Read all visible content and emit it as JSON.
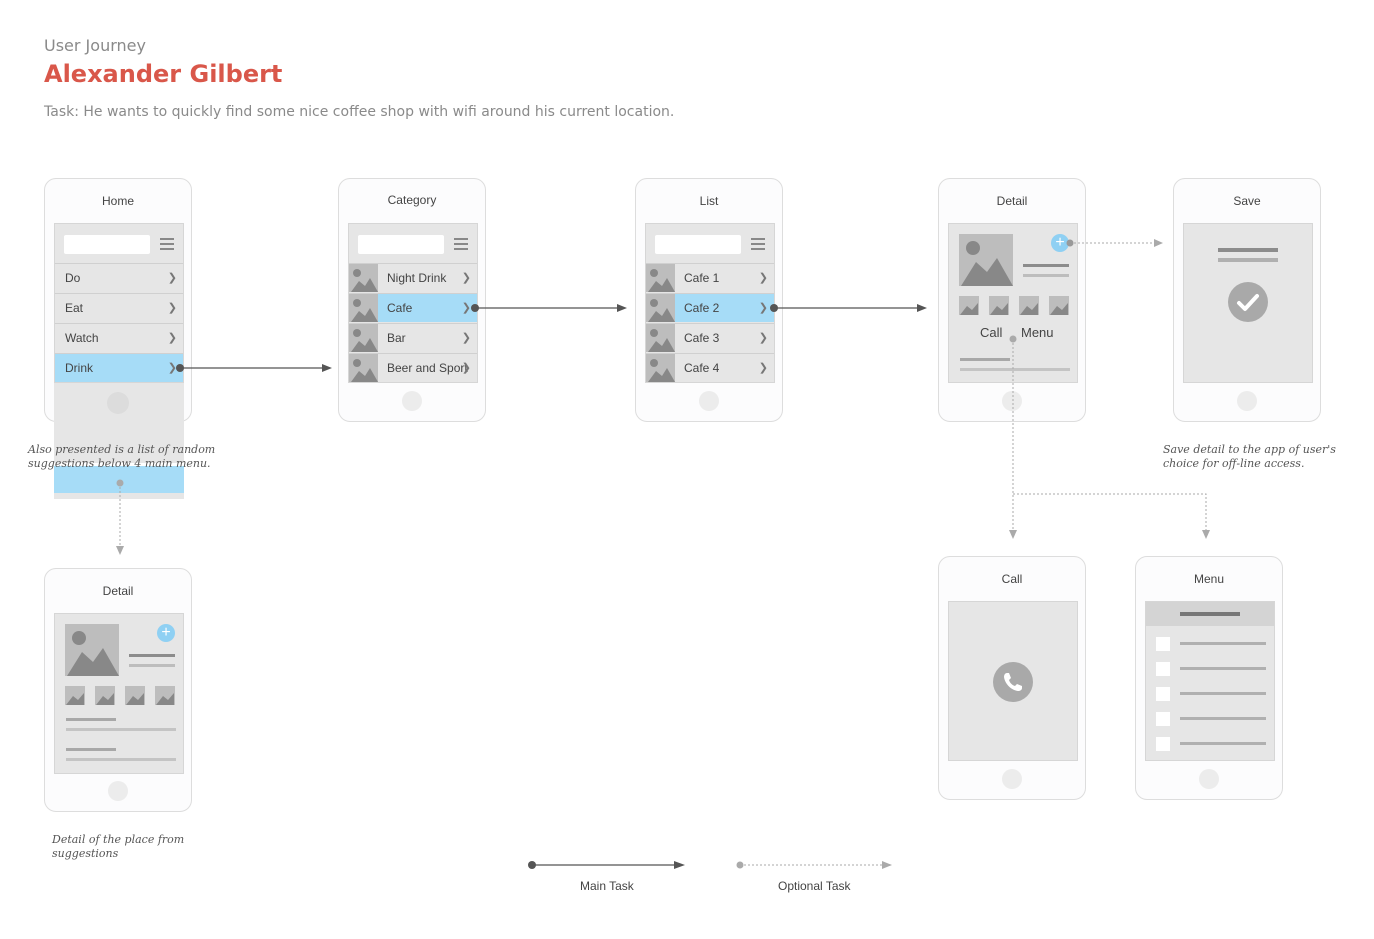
{
  "header": {
    "subtitle": "User Journey",
    "title": "Alexander Gilbert",
    "task": "Task: He wants to quickly find some nice coffee shop with wifi around his current location."
  },
  "screens": {
    "home": {
      "title": "Home",
      "items": [
        "Do",
        "Eat",
        "Watch",
        "Drink"
      ],
      "highlighted": "Drink"
    },
    "category": {
      "title": "Category",
      "items": [
        "Night Drink",
        "Cafe",
        "Bar",
        "Beer and Sport"
      ],
      "highlighted": "Cafe"
    },
    "list": {
      "title": "List",
      "items": [
        "Cafe 1",
        "Cafe 2",
        "Cafe 3",
        "Cafe 4"
      ],
      "highlighted": "Cafe 2"
    },
    "detail": {
      "title": "Detail",
      "call_label": "Call",
      "menu_label": "Menu"
    },
    "save": {
      "title": "Save"
    },
    "detail_suggestion": {
      "title": "Detail"
    },
    "call": {
      "title": "Call"
    },
    "menu": {
      "title": "Menu"
    }
  },
  "captions": {
    "home_note": "Also presented is a list of random suggestions below 4 main menu.",
    "save_note": "Save detail to the app of user's choice for off-line access.",
    "detail_note": "Detail of the place from suggestions"
  },
  "legend": {
    "main": "Main Task",
    "optional": "Optional Task"
  },
  "colors": {
    "accent": "#d9574a",
    "highlight": "#a6dcf7",
    "plus": "#8fd0f3"
  }
}
